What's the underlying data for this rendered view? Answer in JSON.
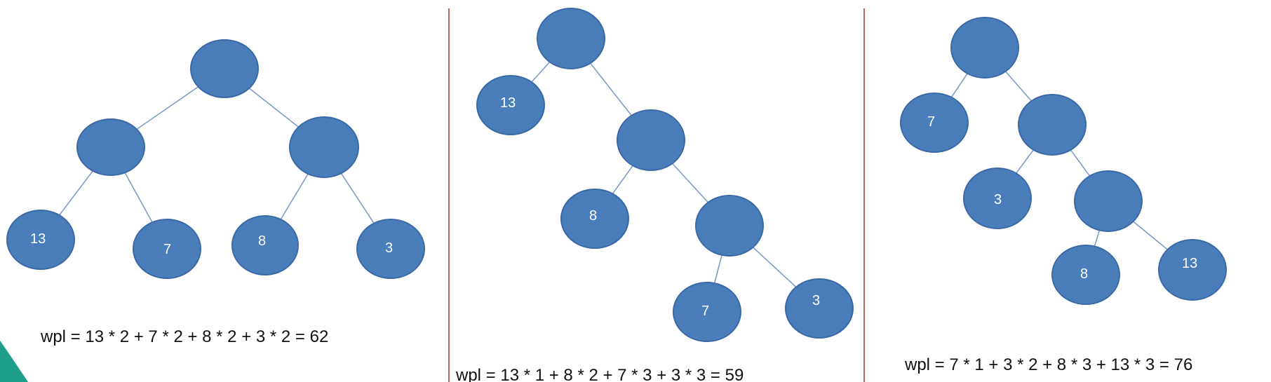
{
  "colors": {
    "node_fill": "#4a7ebb",
    "edge": "#7f9cc9",
    "divider": "#b5524c",
    "text": "#111111",
    "accent": "#1f9e8a"
  },
  "trees": [
    {
      "name": "tree-1",
      "formula": "wpl = 13 * 2 + 7 * 2 + 8 * 2 + 3 * 2 = 62",
      "nodes": [
        {
          "id": "r",
          "label": ""
        },
        {
          "id": "a",
          "label": ""
        },
        {
          "id": "b",
          "label": ""
        },
        {
          "id": "l1",
          "label": "13"
        },
        {
          "id": "l2",
          "label": "7"
        },
        {
          "id": "l3",
          "label": "8"
        },
        {
          "id": "l4",
          "label": "3"
        }
      ],
      "edges": [
        [
          "r",
          "a"
        ],
        [
          "r",
          "b"
        ],
        [
          "a",
          "l1"
        ],
        [
          "a",
          "l2"
        ],
        [
          "b",
          "l3"
        ],
        [
          "b",
          "l4"
        ]
      ]
    },
    {
      "name": "tree-2",
      "formula": "wpl = 13 * 1 + 8 * 2 + 7 * 3 + 3 * 3 = 59",
      "nodes": [
        {
          "id": "r",
          "label": ""
        },
        {
          "id": "l1",
          "label": "13"
        },
        {
          "id": "i1",
          "label": ""
        },
        {
          "id": "l2",
          "label": "8"
        },
        {
          "id": "i2",
          "label": ""
        },
        {
          "id": "l3",
          "label": "7"
        },
        {
          "id": "l4",
          "label": "3"
        }
      ],
      "edges": [
        [
          "r",
          "l1"
        ],
        [
          "r",
          "i1"
        ],
        [
          "i1",
          "l2"
        ],
        [
          "i1",
          "i2"
        ],
        [
          "i2",
          "l3"
        ],
        [
          "i2",
          "l4"
        ]
      ]
    },
    {
      "name": "tree-3",
      "formula": "wpl = 7 * 1 + 3 * 2 + 8 * 3 + 13 * 3 = 76",
      "nodes": [
        {
          "id": "r",
          "label": ""
        },
        {
          "id": "l1",
          "label": "7"
        },
        {
          "id": "i1",
          "label": ""
        },
        {
          "id": "l2",
          "label": "3"
        },
        {
          "id": "i2",
          "label": ""
        },
        {
          "id": "l3",
          "label": "8"
        },
        {
          "id": "l4",
          "label": "13"
        }
      ],
      "edges": [
        [
          "r",
          "l1"
        ],
        [
          "r",
          "i1"
        ],
        [
          "i1",
          "l2"
        ],
        [
          "i1",
          "i2"
        ],
        [
          "i2",
          "l3"
        ],
        [
          "i2",
          "l4"
        ]
      ]
    }
  ]
}
